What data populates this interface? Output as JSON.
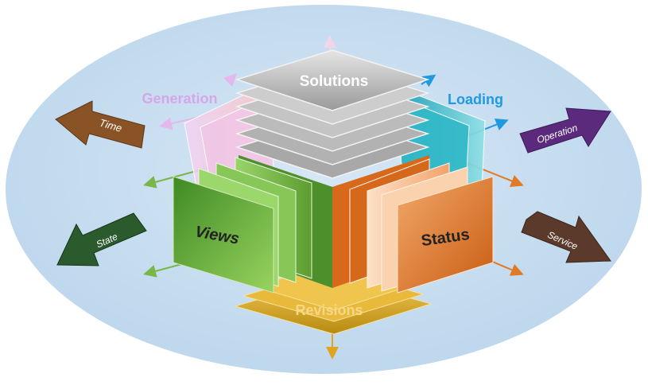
{
  "diagram": {
    "top_label": "Solutions",
    "bottom_label": "Revisions",
    "left_label": "Views",
    "right_label": "Status",
    "back_left_label": "Generation",
    "back_right_label": "Loading",
    "outer_arrows": {
      "time": "Time",
      "state": "State",
      "operation": "Operation",
      "service": "Service"
    }
  },
  "colors": {
    "background_ellipse": "#c9def0",
    "solutions_gray": "#b4b4b4",
    "views_green": "#6fae3a",
    "status_orange": "#e07a25",
    "revisions_gold": "#d6a21d",
    "generation_pink": "#e3b8ea",
    "loading_teal": "#2fb5c6",
    "loading_text": "#1f9ae0",
    "generation_text": "#d6a6ea",
    "time_arrow": "#8a5326",
    "state_arrow": "#2b5a2d",
    "operation_arrow": "#5b2a7d",
    "service_arrow": "#5c3a2b"
  }
}
